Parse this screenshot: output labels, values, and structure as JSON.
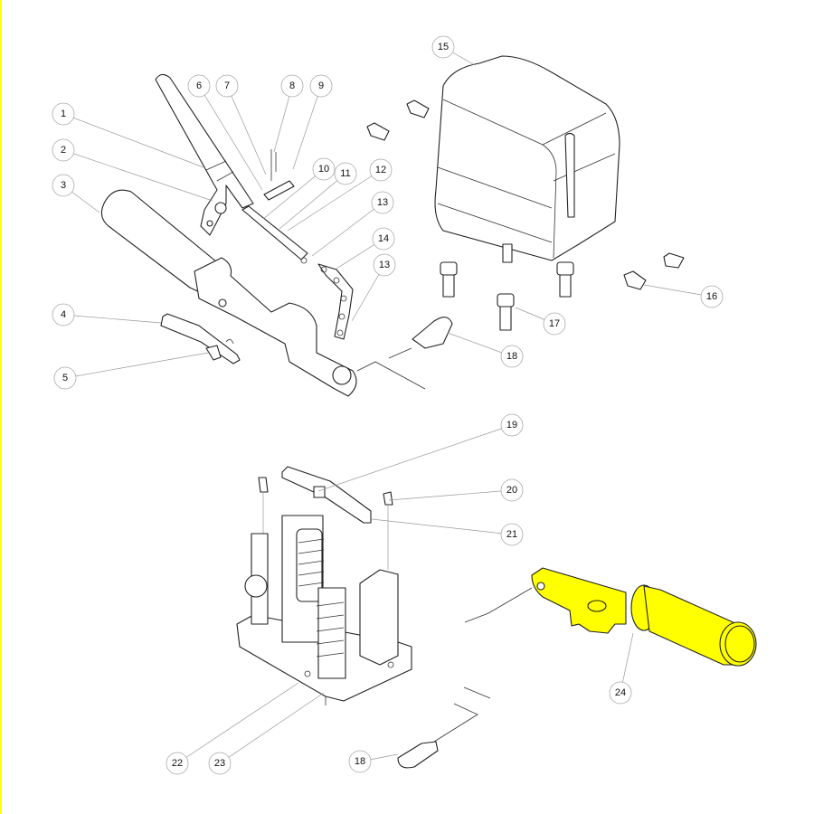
{
  "diagram": {
    "type": "exploded-parts-view",
    "callouts": [
      {
        "label": "1"
      },
      {
        "label": "2"
      },
      {
        "label": "3"
      },
      {
        "label": "4"
      },
      {
        "label": "5"
      },
      {
        "label": "6"
      },
      {
        "label": "7"
      },
      {
        "label": "8"
      },
      {
        "label": "9"
      },
      {
        "label": "10"
      },
      {
        "label": "11"
      },
      {
        "label": "12"
      },
      {
        "label": "13"
      },
      {
        "label": "14"
      },
      {
        "label": "13"
      },
      {
        "label": "15"
      },
      {
        "label": "16"
      },
      {
        "label": "17"
      },
      {
        "label": "18"
      },
      {
        "label": "19"
      },
      {
        "label": "20"
      },
      {
        "label": "21"
      },
      {
        "label": "22"
      },
      {
        "label": "23"
      },
      {
        "label": "18"
      },
      {
        "label": "24"
      }
    ],
    "highlight_color": "#ffff00",
    "highlighted_part": "24"
  }
}
